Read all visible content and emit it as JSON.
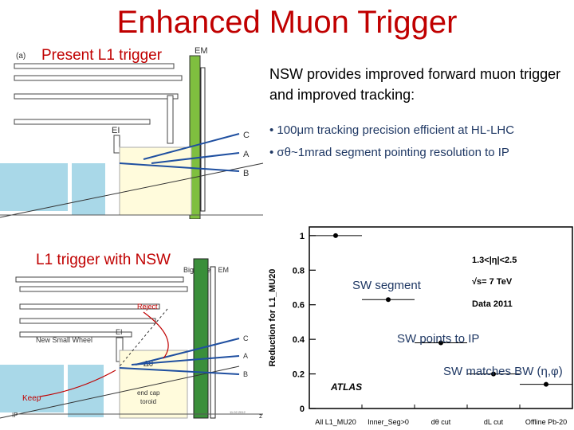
{
  "slide": {
    "title": "Enhanced Muon Trigger",
    "intro": "NSW provides improved forward muon trigger and improved tracking:",
    "bullets": [
      "• 100μm tracking precision efficient at HL-LHC",
      "• σθ~1mrad segment pointing resolution to IP"
    ]
  },
  "diagram_top": {
    "panel_tag": "(a)",
    "heading": "Present L1 trigger",
    "labels": {
      "em": "EM",
      "ei": "EI",
      "c": "C",
      "a": "A",
      "b": "B"
    }
  },
  "diagram_bottom": {
    "heading": "L1 trigger with NSW",
    "labels": {
      "big_wheel": "Big Wheel EM",
      "reject": "Reject",
      "ei": "EI",
      "new_small_wheel": "New Small Wheel",
      "dtheta": "Δθ",
      "keep": "Keep",
      "endcap": "end cap",
      "toroid": "toroid",
      "ip": "IP",
      "c": "C",
      "a": "A",
      "b": "B",
      "z": "z",
      "tiny_note": "11.02.2012"
    }
  },
  "chart_data": {
    "type": "scatter",
    "title": "",
    "ylabel": "Reduction for L1_MU20",
    "xlabel": "",
    "categories": [
      "All L1_MU20",
      "Inner_Seg>0",
      "dθ cut",
      "dL cut",
      "Offline Pb-20"
    ],
    "values": [
      1.0,
      0.63,
      0.38,
      0.2,
      0.14
    ],
    "ylim": [
      0,
      1.05
    ],
    "yticks": [
      "0",
      "0.2",
      "0.4",
      "0.6",
      "0.8",
      "1"
    ],
    "grid": false,
    "annotations": {
      "eta_range": "1.3<|η|<2.5",
      "sqrt_s": "√s= 7 TeV",
      "data": "Data 2011",
      "atlas": "ATLAS",
      "sw_segment": "SW segment",
      "sw_points": "SW points to IP",
      "sw_matches": "SW matches BW (η,φ)"
    }
  }
}
